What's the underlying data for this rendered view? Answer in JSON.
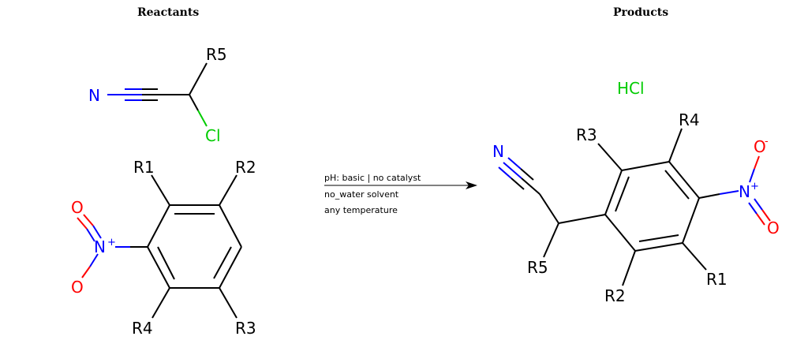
{
  "headings": {
    "reactants": "Reactants",
    "products": "Products"
  },
  "conditions": {
    "line1": "pH: basic | no catalyst",
    "line2": "no_water solvent",
    "line3": "any temperature"
  },
  "reactant1": {
    "label_n": "N",
    "label_r5": "R5",
    "label_cl": "Cl"
  },
  "reactant2": {
    "label_r1": "R1",
    "label_r2": "R2",
    "label_r3": "R3",
    "label_r4": "R4",
    "label_n": "N",
    "label_nplus": "+",
    "label_o_top": "O",
    "label_o_bottom": "O",
    "label_ominus": "-"
  },
  "product1": {
    "label_hcl": "HCl"
  },
  "product2": {
    "label_n_nitrile": "N",
    "label_r5": "R5",
    "label_r1": "R1",
    "label_r2": "R2",
    "label_r3": "R3",
    "label_r4": "R4",
    "label_n": "N",
    "label_nplus": "+",
    "label_o_top": "O",
    "label_ominus": "-",
    "label_o_bottom": "O"
  },
  "colors": {
    "nitrogen": "#0000ff",
    "oxygen": "#ff0000",
    "chlorine": "#00cc00",
    "bond": "#000000"
  }
}
